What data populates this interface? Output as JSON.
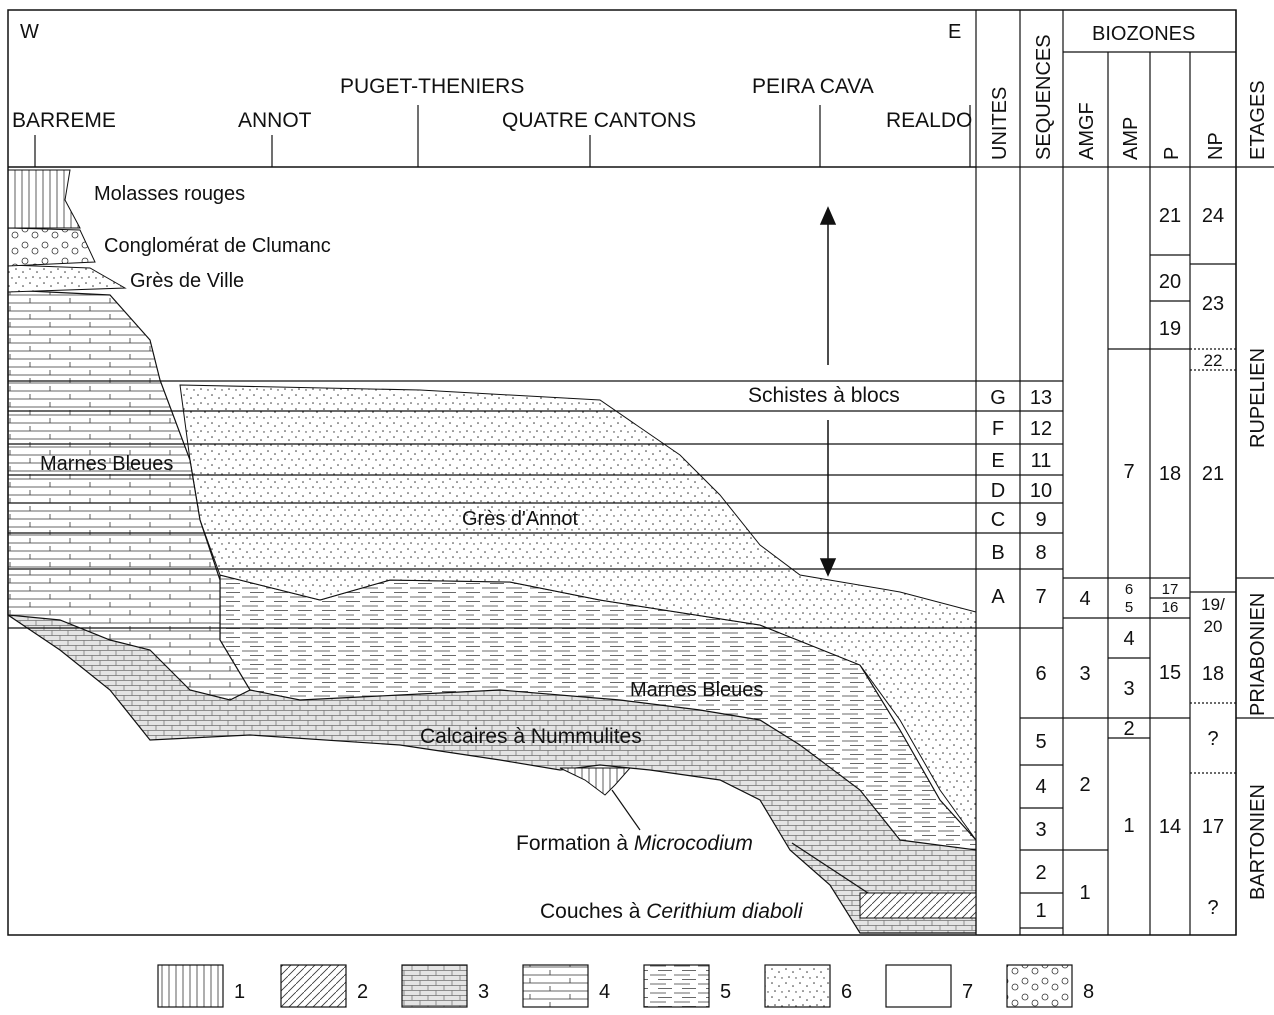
{
  "header": {
    "west": "W",
    "east": "E",
    "localities_upper": [
      "PUGET-THENIERS",
      "PEIRA CAVA"
    ],
    "localities_lower": [
      "BARREME",
      "ANNOT",
      "QUATRE CANTONS",
      "REALDO"
    ]
  },
  "columns": {
    "unites": "UNITES",
    "sequences": "SEQUENCES",
    "biozones": "BIOZONES",
    "amgf": "AMGF",
    "amp": "AMP",
    "p": "P",
    "np": "NP",
    "etages": "ETAGES"
  },
  "formations": {
    "molasses": "Molasses rouges",
    "conglomerat": "Conglomérat de Clumanc",
    "gres_ville": "Grès de Ville",
    "schistes": "Schistes à blocs",
    "marnes_upper": "Marnes Bleues",
    "gres_annot": "Grès d'Annot",
    "marnes_lower": "Marnes Bleues",
    "calcaires": "Calcaires à Nummulites",
    "microcodium_prefix": "Formation à ",
    "microcodium_italic": "Microcodium",
    "cerithium_prefix": "Couches à ",
    "cerithium_italic": "Cerithium diaboli"
  },
  "unites": [
    "G",
    "F",
    "E",
    "D",
    "C",
    "B",
    "A"
  ],
  "sequences": [
    "13",
    "12",
    "11",
    "10",
    "9",
    "8",
    "7",
    "6",
    "5",
    "4",
    "3",
    "2",
    "1"
  ],
  "amgf": [
    "4",
    "3",
    "2",
    "1"
  ],
  "amp": [
    "7",
    "6",
    "5",
    "4",
    "3",
    "2",
    "1"
  ],
  "p": [
    "21",
    "20",
    "19",
    "18",
    "17",
    "16",
    "15",
    "14"
  ],
  "np": [
    "24",
    "23",
    "22",
    "21",
    "19/",
    "20",
    "18",
    "?",
    "17",
    "?"
  ],
  "etages": [
    "RUPELIEN",
    "PRIABONIEN",
    "BARTONIEN"
  ],
  "legend": [
    "1",
    "2",
    "3",
    "4",
    "5",
    "6",
    "7",
    "8"
  ]
}
